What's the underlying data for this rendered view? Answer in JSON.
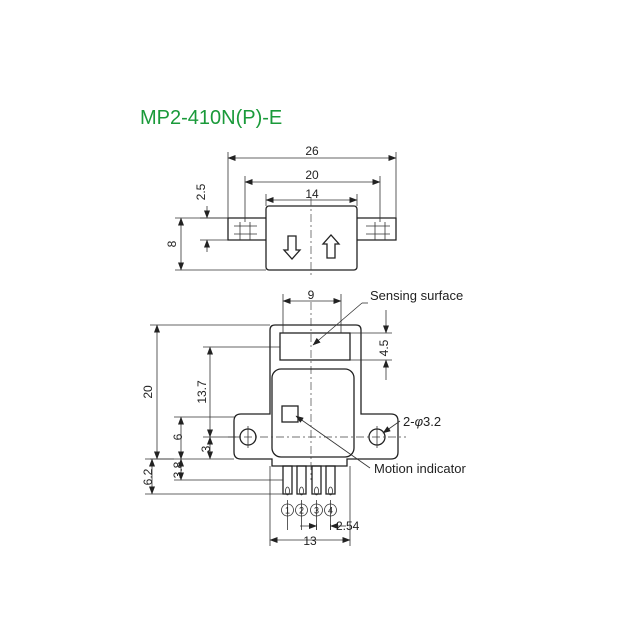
{
  "title": {
    "text": "MP2-410N(P)-E",
    "color": "#1a9a3a"
  },
  "top_view": {
    "dims": {
      "width_overall": "26",
      "hole_pitch": "20",
      "body_width": "14",
      "flange_height": "2.5",
      "height": "8"
    }
  },
  "front_view": {
    "dims": {
      "sensing_width": "9",
      "sensing_offset": "4.5",
      "height_total": "20",
      "window_height": "13.7",
      "hole_to_base": "6",
      "hole_offset": "3",
      "pin_base": "3.8",
      "pin_length": "6.2",
      "pin_pitch": "2.54",
      "pin_span": "13"
    },
    "labels": {
      "sensing_surface": "Sensing surface",
      "motion_indicator": "Motion indicator",
      "holes_prefix": "2-",
      "holes_phi": "φ",
      "holes_size": "3.2"
    },
    "pins": [
      "1",
      "2",
      "3",
      "4"
    ]
  },
  "icons": [
    "down-arrow-icon",
    "up-arrow-icon"
  ]
}
